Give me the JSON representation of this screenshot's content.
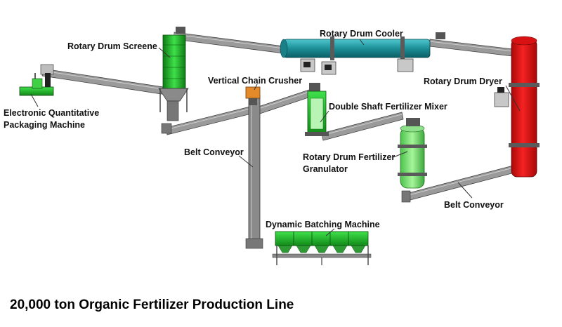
{
  "labels": {
    "packaging_line1": "Electronic Quantitative",
    "packaging_line2": "Packaging Machine",
    "screene": "Rotary Drum Screene",
    "cooler": "Rotary Drum Cooler",
    "dryer": "Rotary Drum Dryer",
    "crusher": "Vertical Chain Crusher",
    "mixer": "Double Shaft Fertilizer Mixer",
    "belt_left": "Belt Conveyor",
    "granulator_line1": "Rotary Drum Fertilizer",
    "granulator_line2": "Granulator",
    "belt_right": "Belt Conveyor",
    "batching": "Dynamic Batching Machine"
  },
  "caption": "20,000 ton Organic Fertilizer Production Line",
  "colors": {
    "conveyor": "#8e8e8e",
    "green_equipment": "#22c22a",
    "cooler_teal": "#1f9ba3",
    "dryer_red": "#e21414",
    "crusher_orange": "#e58a2a",
    "leader_line": "#333333"
  }
}
